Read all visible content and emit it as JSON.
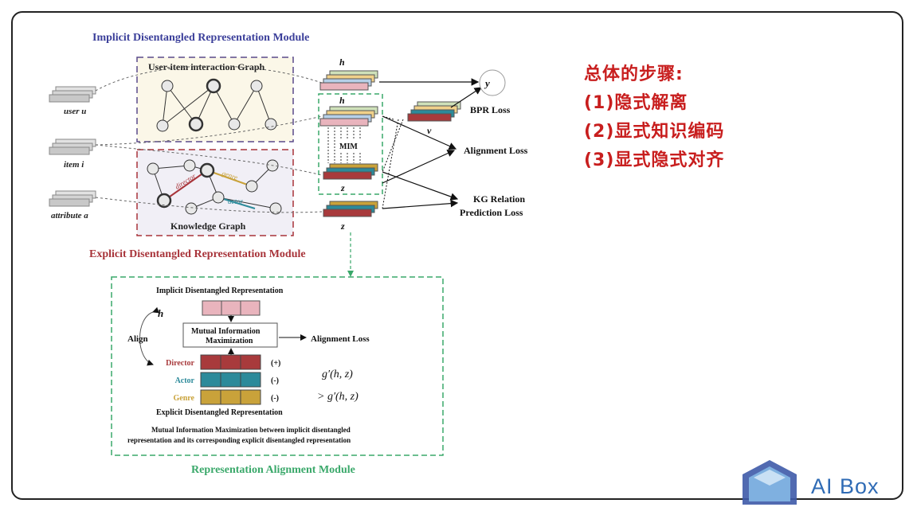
{
  "implicit_module_title": "Implicit Disentangled Representation Module",
  "explicit_module_title": "Explicit Disentangled Representation Module",
  "alignment_module_title": "Representation Alignment Module",
  "interaction_graph_title": "User-item interaction Graph",
  "knowledge_graph_title": "Knowledge Graph",
  "inputs": {
    "user": "user u",
    "item": "item i",
    "attribute": "attribute a"
  },
  "vector_labels": {
    "h_u": "h",
    "h_i": "h",
    "v_i": "v",
    "z_i": "z",
    "z_a": "z",
    "y": "y",
    "mim": "MIM"
  },
  "losses": {
    "bpr": "BPR Loss",
    "alignment": "Alignment Loss",
    "kg_line1": "KG Relation",
    "kg_line2": "Prediction Loss"
  },
  "kg_edges": {
    "director": "director",
    "genre": "genre",
    "actor": "actor"
  },
  "detail": {
    "implicit_rep": "Implicit Disentangled Representation",
    "h_label": "h",
    "align": "Align",
    "mim_line1": "Mutual Information",
    "mim_line2": "Maximization",
    "alignment_loss": "Alignment Loss",
    "rows": [
      {
        "name": "Director",
        "sign": "(+)",
        "color": "#a83a3c"
      },
      {
        "name": "Actor",
        "sign": "(-)",
        "color": "#2c8a9a"
      },
      {
        "name": "Genre",
        "sign": "(-)",
        "color": "#c9a23a"
      }
    ],
    "formula1": "g′(h, z)",
    "formula2": "> g′(h, z)",
    "explicit_rep": "Explicit Disentangled Representation",
    "caption_line1": "Mutual Information Maximization between implicit disentangled",
    "caption_line2": "representation and its corresponding explicit disentangled representation"
  },
  "steps": {
    "title": "总体的步骤:",
    "items": [
      "(1)隐式解离",
      "(2)显式知识编码",
      "(3)显式隐式对齐"
    ]
  },
  "brand": "AI Box",
  "colors": {
    "implicit_title": "#3b3f9a",
    "explicit_title": "#a8343a",
    "alignment_title": "#3aa86a",
    "steps": "#c81e1e"
  }
}
